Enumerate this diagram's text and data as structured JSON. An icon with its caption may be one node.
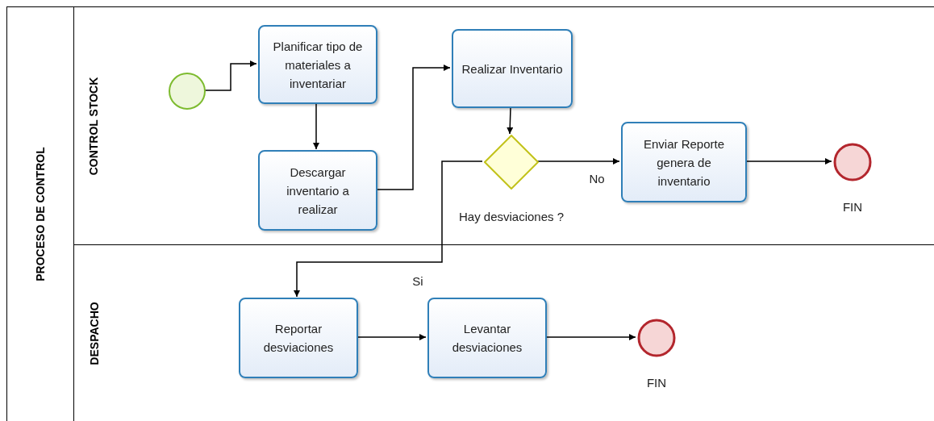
{
  "diagram": {
    "nodes": [
      {
        "text": [
          "PROCESO DE CONTROL"
        ]
      },
      {
        "text": [
          "CONTROL STOCK"
        ],
        "in": 0
      },
      {
        "text": [
          "DESPACHO"
        ],
        "in": 0
      },
      {
        "text": [],
        "shape": "circle",
        "in": 1
      },
      {
        "text": [
          "Planificar tipo de materiales a inventariar"
        ],
        "in": 1
      },
      {
        "text": [
          "Descargar inventario a realizar"
        ],
        "in": 1
      },
      {
        "text": [
          "Realizar Inventario"
        ],
        "in": 1
      },
      {
        "text": [],
        "shape": "diamond",
        "in": 1,
        "beside": [
          "Hay desviaciones ?"
        ]
      },
      {
        "text": [
          "Enviar Reporte genera de inventario"
        ],
        "in": 1
      },
      {
        "text": [],
        "shape": "circle",
        "in": 1,
        "beside": [
          "FIN"
        ]
      },
      {
        "text": [
          "Reportar desviaciones"
        ],
        "in": 2
      },
      {
        "text": [
          "Levantar desviaciones"
        ],
        "in": 2
      },
      {
        "text": [],
        "shape": "circle",
        "in": 2,
        "beside": [
          "FIN"
        ]
      }
    ],
    "edges": [
      {
        "from": 3,
        "to": 4,
        "arrow": "to"
      },
      {
        "from": 4,
        "to": 5,
        "arrow": "to"
      },
      {
        "from": 5,
        "to": 6,
        "arrow": "to"
      },
      {
        "from": 6,
        "to": 7,
        "arrow": "to"
      },
      {
        "from": 7,
        "to": 8,
        "arrow": "to",
        "label": "No"
      },
      {
        "from": 8,
        "to": 9,
        "arrow": "to"
      },
      {
        "from": 7,
        "to": 10,
        "arrow": "to",
        "label": "Si"
      },
      {
        "from": 10,
        "to": 11,
        "arrow": "to"
      },
      {
        "from": 11,
        "to": 12,
        "arrow": "to"
      }
    ]
  }
}
